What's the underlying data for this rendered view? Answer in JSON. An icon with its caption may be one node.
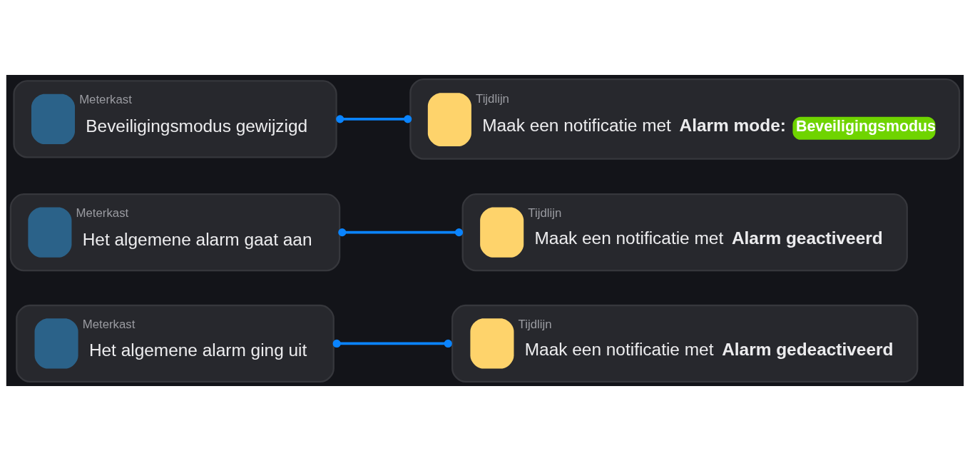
{
  "diagram": {
    "nodes": [
      {
        "text": [
          "Meterkast",
          "Beveiligingsmodus gewijzigd"
        ]
      },
      {
        "text": [
          "Tijdlijn",
          "Maak een notificatie met **Alarm mode:**",
          "Beveiligingsmodus"
        ]
      },
      {
        "text": [
          "Meterkast",
          "Het algemene alarm gaat aan"
        ]
      },
      {
        "text": [
          "Tijdlijn",
          "Maak een notificatie met **Alarm geactiveerd**"
        ]
      },
      {
        "text": [
          "Meterkast",
          "Het algemene alarm ging uit"
        ]
      },
      {
        "text": [
          "Tijdlijn",
          "Maak een notificatie met **Alarm gedeactiveerd**"
        ]
      }
    ],
    "edges": [
      {
        "from": 0,
        "to": 1,
        "arrow": "other"
      },
      {
        "from": 2,
        "to": 3,
        "arrow": "other"
      },
      {
        "from": 4,
        "to": 5,
        "arrow": "other"
      }
    ]
  }
}
